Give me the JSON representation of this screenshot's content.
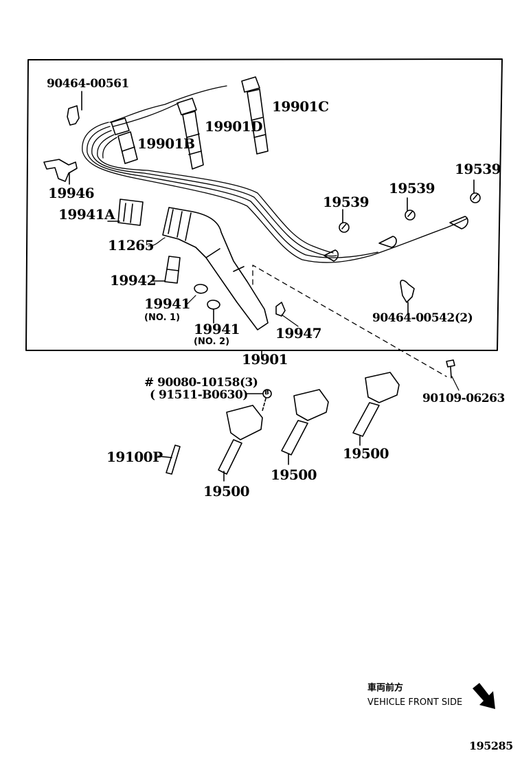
{
  "diagram": {
    "main_assembly": "19901",
    "labels": {
      "clamp_top": "90464-00561",
      "cord_c": "19901C",
      "cord_d": "19901D",
      "cord_b": "19901B",
      "bracket_19946": "19946",
      "clamp_19941a": "19941A",
      "grommet_1": "19539",
      "grommet_2": "19539",
      "grommet_3": "19539",
      "protector_11265": "11265",
      "holder_19942": "19942",
      "clamp_19941_no1": "19941",
      "clamp_19941_no1_note": "(NO. 1)",
      "clamp_19941_no2": "19941",
      "clamp_19941_no2_note": "(NO. 2)",
      "clamp_19947": "19947",
      "clamp_right": "90464-00542(2)",
      "bolt_right": "90109-06263",
      "bolt_coil_line1": "# 90080-10158(3)",
      "bolt_coil_line2": "( 91511-B0630)",
      "bolt_coil_marker": "B",
      "spark_plug": "19100P",
      "coil_1": "19500",
      "coil_2": "19500",
      "coil_3": "19500"
    },
    "legend": {
      "japanese": "車両前方",
      "english": "VEHICLE FRONT SIDE",
      "arrow_icon": "arrow-down-right-icon"
    },
    "figure_number": "195285"
  }
}
